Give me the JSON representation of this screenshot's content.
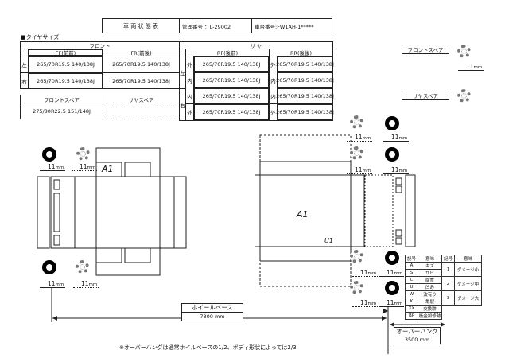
{
  "header": {
    "title": "車 両 状 態 表",
    "mgmt_no": "管理番号 ：L-29002",
    "chassis_no": "車台番号:FW1AH-1*****"
  },
  "section_title": "■タイヤサイズ",
  "front": {
    "label": "フロント",
    "dash": "-",
    "ff": "FF(前前)",
    "fr": "FR(前後)",
    "rows": [
      {
        "side": "左",
        "ff": "265/70R19.5 140/138J",
        "fr": "265/70R19.5 140/138J"
      },
      {
        "side": "右",
        "ff": "265/70R19.5 140/138J",
        "fr": "265/70R19.5 140/138J"
      }
    ]
  },
  "rear": {
    "label": "リ ヤ",
    "dash": "-",
    "rf": "RF(後前)",
    "rr": "RR(後後)",
    "left": "左",
    "right": "右",
    "rows": [
      {
        "pos_rf": "外",
        "rf": "265/70R19.5 140/138J",
        "pos_rr": "外",
        "rr": "265/70R19.5 140/138J"
      },
      {
        "pos_rf": "内",
        "rf": "265/70R19.5 140/138J",
        "pos_rr": "内",
        "rr": "265/70R19.5 140/138J"
      },
      {
        "pos_rf": "内",
        "rf": "265/70R19.5 140/138J",
        "pos_rr": "内",
        "rr": "265/70R19.5 140/138J"
      },
      {
        "pos_rf": "外",
        "rf": "265/70R19.5 140/138J",
        "pos_rr": "外",
        "rr": "265/70R19.5 140/138J"
      }
    ]
  },
  "spare": {
    "front_label": "フロントスペア",
    "rear_label": "リヤスペア",
    "front_value": "275/80R22.5 151/148J",
    "rear_value": ""
  },
  "spare_side": {
    "front_label": "フロントスペア",
    "rear_label": "リヤスペア"
  },
  "tread": {
    "value": "11",
    "unit": "mm"
  },
  "marks": {
    "a1_front": "A1",
    "a1_rear": "A1",
    "u_rear": "U1"
  },
  "wheelbase": {
    "label": "ホイールベース",
    "value": "7800 mm"
  },
  "overhang": {
    "label": "オーバーハング",
    "value": "3500 mm"
  },
  "note": "※オーバーハングは通常ホイルベースの1/2、ボディ形状によっては2/3",
  "legend": {
    "h_code": "記号",
    "h_meaning": "意味",
    "items": [
      {
        "code": "A",
        "meaning": "キズ"
      },
      {
        "code": "S",
        "meaning": "サビ"
      },
      {
        "code": "C",
        "meaning": "腐食"
      },
      {
        "code": "U",
        "meaning": "凹み"
      },
      {
        "code": "W",
        "meaning": "波有り"
      },
      {
        "code": "K",
        "meaning": "亀裂"
      },
      {
        "code": "XX",
        "meaning": "交換跡"
      },
      {
        "code": "BP",
        "meaning": "板金加修跡"
      }
    ],
    "levels": [
      {
        "code": "1",
        "meaning": "ダメージ小"
      },
      {
        "code": "2",
        "meaning": "ダメージ中"
      },
      {
        "code": "3",
        "meaning": "ダメージ大"
      }
    ]
  }
}
